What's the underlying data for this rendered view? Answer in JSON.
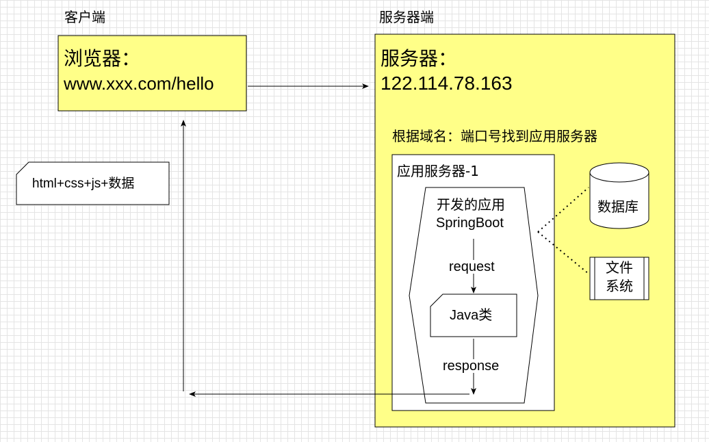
{
  "client": {
    "heading": "客户端",
    "browser_line1": "浏览器：",
    "browser_line2": "www.xxx.com/hello"
  },
  "server": {
    "heading": "服务器端",
    "server_line1": "服务器：",
    "server_line2": "122.114.78.163",
    "lookup_text": "根据域名：端口号找到应用服务器",
    "app_server_title": "应用服务器-1",
    "app_line1": "开发的应用",
    "app_line2": "SpringBoot",
    "request_label": "request",
    "java_class_label": "Java类",
    "response_label": "response",
    "database_label": "数据库",
    "filesystem_line1": "文件",
    "filesystem_line2": "系统"
  },
  "response_payload": "html+css+js+数据",
  "colors": {
    "highlight_fill": "#ffff88",
    "stroke": "#000000",
    "grid": "#e4e4e4"
  }
}
